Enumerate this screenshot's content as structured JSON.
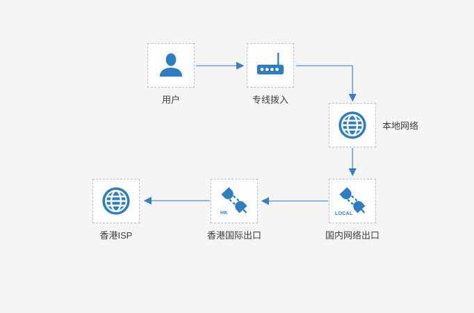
{
  "colors": {
    "accent": "#2d7dc0",
    "line": "#6d9bd4",
    "arrowhead": "#3c7cbf",
    "box_border": "#a6c1e8",
    "background": "#f5f5f6",
    "label_text": "#3d3d3d"
  },
  "nodes": [
    {
      "id": "user",
      "label": "用户",
      "icon": "user-icon"
    },
    {
      "id": "leased-line-dialin",
      "label": "专线拨入",
      "icon": "router-icon"
    },
    {
      "id": "local-network",
      "label": "本地网络",
      "icon": "globe-icon"
    },
    {
      "id": "domestic-network-exit",
      "label": "国内网络出口",
      "icon": "plug-icon",
      "tag": "LOCAL"
    },
    {
      "id": "hk-international-exit",
      "label": "香港国际出口",
      "icon": "plug-icon",
      "tag": "HK"
    },
    {
      "id": "hk-isp",
      "label": "香港ISP",
      "icon": "globe-icon"
    }
  ],
  "edges": [
    {
      "from": "user",
      "to": "leased-line-dialin"
    },
    {
      "from": "leased-line-dialin",
      "to": "local-network"
    },
    {
      "from": "local-network",
      "to": "domestic-network-exit"
    },
    {
      "from": "domestic-network-exit",
      "to": "hk-international-exit"
    },
    {
      "from": "hk-international-exit",
      "to": "hk-isp"
    }
  ]
}
